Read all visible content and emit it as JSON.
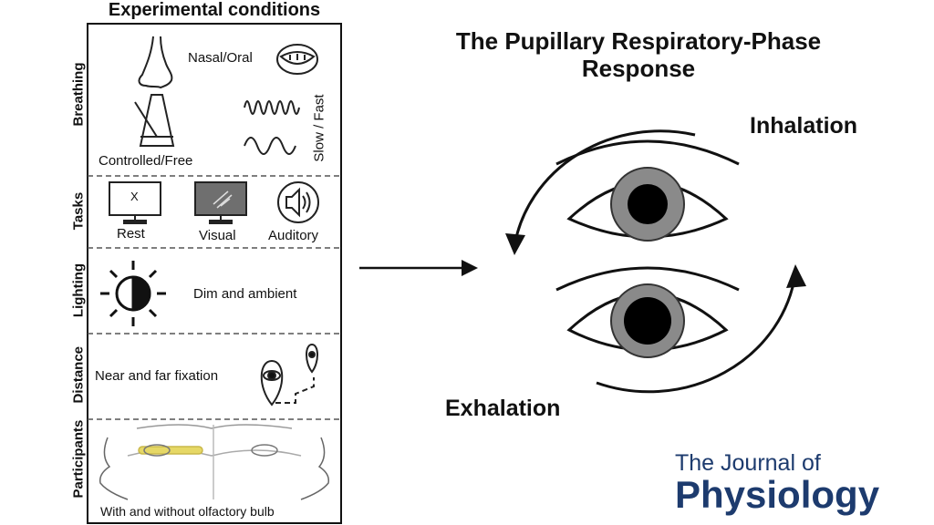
{
  "panel": {
    "title": "Experimental conditions",
    "rows": {
      "breathing": {
        "label": "Breathing",
        "nasal_oral": "Nasal/Oral",
        "controlled_free": "Controlled/Free",
        "slow_fast": "Slow / Fast"
      },
      "tasks": {
        "label": "Tasks",
        "rest": "Rest",
        "visual": "Visual",
        "auditory": "Auditory",
        "screen_mark": "X"
      },
      "lighting": {
        "label": "Lighting",
        "dim_ambient": "Dim and ambient"
      },
      "distance": {
        "label": "Distance",
        "near_far": "Near and far fixation"
      },
      "participants": {
        "label": "Participants",
        "olfactory": "With and without olfactory bulb"
      }
    }
  },
  "diagram": {
    "title": "The Pupillary Respiratory-Phase Response",
    "inhalation": "Inhalation",
    "exhalation": "Exhalation"
  },
  "journal": {
    "line1": "The Journal of",
    "line2": "Physiology"
  },
  "colors": {
    "journal": "#1d3b6e",
    "iris": "#8a8a8a",
    "olfactory_bulb": "#e6d866"
  }
}
